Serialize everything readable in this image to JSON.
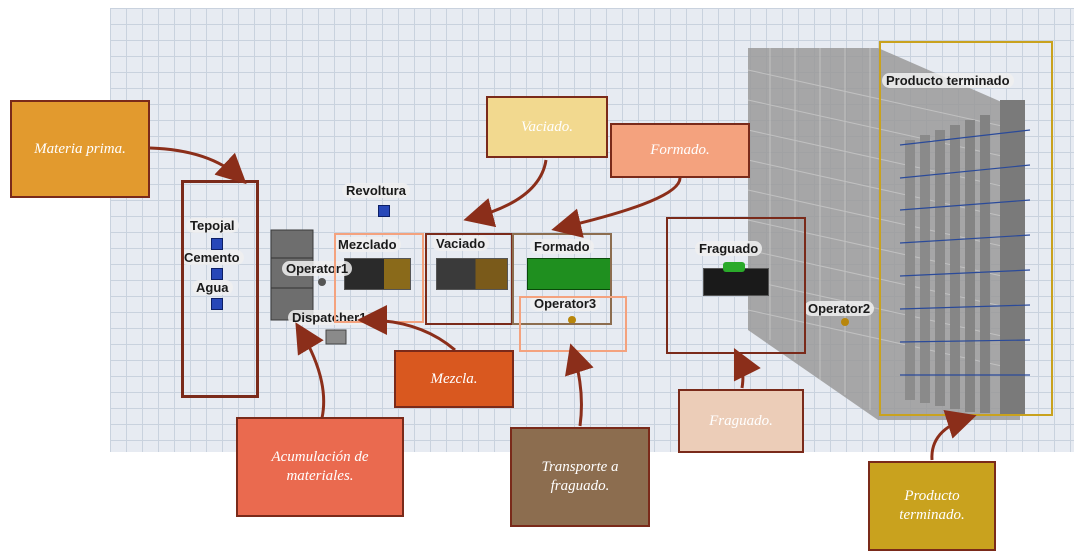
{
  "objects": {
    "revoltura": "Revoltura",
    "tepojal": "Tepojal",
    "cemento": "Cemento",
    "agua": "Agua",
    "operator1": "Operator1",
    "dispatcher1": "Dispatcher1",
    "mezclado": "Mezclado",
    "vaciado": "Vaciado",
    "formado": "Formado",
    "operator3": "Operator3",
    "fraguado": "Fraguado",
    "operator2": "Operator2",
    "producto_terminado": "Producto terminado"
  },
  "callouts": {
    "materia_prima": "Materia prima.",
    "vaciado": "Vaciado.",
    "formado": "Formado.",
    "mezcla": "Mezcla.",
    "acumulacion": "Acumulación de materiales.",
    "transporte": "Transporte a fraguado.",
    "fraguado": "Fraguado.",
    "producto": "Producto terminado."
  },
  "colors": {
    "materia_prima": "#e29a2e",
    "vaciado": "#f2d98f",
    "formado": "#f4a27e",
    "mezcla": "#d9581f",
    "acumulacion": "#ea6a4f",
    "transporte": "#8c6d4f",
    "fraguado": "#eccdb8",
    "producto": "#c9a21e",
    "frame_dark": "#7a2a1a",
    "frame_gold": "#c9a21e",
    "frame_salmon": "#f4a27e",
    "arrow": "#8b2e1a"
  }
}
